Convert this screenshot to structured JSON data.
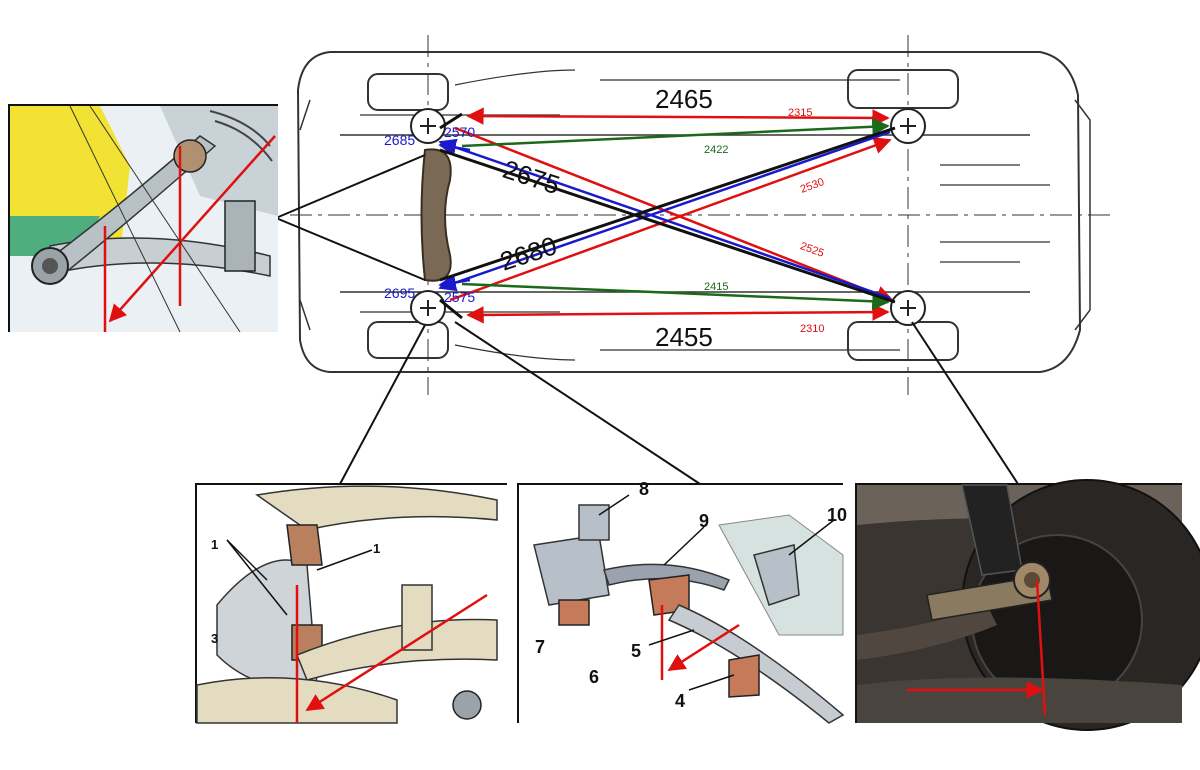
{
  "diagram": {
    "wheelbase_left": "2465",
    "wheelbase_right": "2455",
    "diag_black_1": "2675",
    "diag_black_2": "2680",
    "front_left_blue": "2685",
    "front_left_blue_short": "2570",
    "front_right_blue": "2695",
    "front_right_blue_short": "2575",
    "red_top": "2315",
    "red_bottom": "2310",
    "green_top": "2422",
    "green_bottom": "2415",
    "red_diag_1": "2530",
    "red_diag_2": "2525"
  },
  "panels": {
    "suspension_front": {
      "labels": [
        "1",
        "1",
        "3"
      ]
    },
    "stabilizer": {
      "labels": [
        "8",
        "9",
        "10",
        "7",
        "5",
        "6",
        "4"
      ]
    },
    "rear_photo": {}
  },
  "colors": {
    "red": "#e01010",
    "blue": "#1a1acc",
    "green": "#1a6a1a",
    "black": "#111111"
  }
}
